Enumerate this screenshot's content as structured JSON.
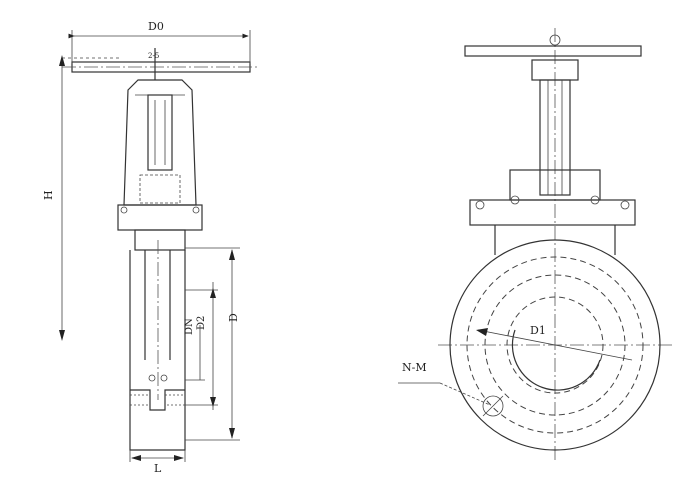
{
  "labels": {
    "d0": "D0",
    "bolt_spacing": "2-5",
    "h": "H",
    "dn": "DN",
    "d2": "D2",
    "d": "D",
    "l": "L",
    "d1": "D1",
    "n_m": "N-M"
  }
}
